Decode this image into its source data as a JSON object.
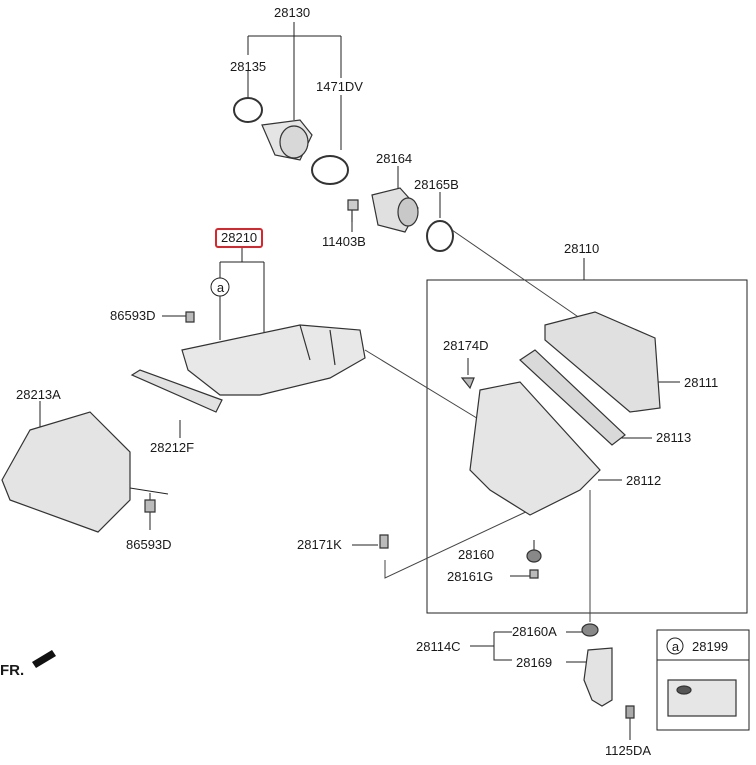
{
  "parts": {
    "p28130": "28130",
    "p28135": "28135",
    "p1471DV": "1471DV",
    "p28164": "28164",
    "p28165B": "28165B",
    "p11403B": "11403B",
    "p28210": "28210",
    "p86593D_top": "86593D",
    "p86593D_bottom": "86593D",
    "p28212F": "28212F",
    "p28213A": "28213A",
    "p28110": "28110",
    "p28174D": "28174D",
    "p28111": "28111",
    "p28113": "28113",
    "p28112": "28112",
    "p28171K": "28171K",
    "p28160": "28160",
    "p28161G": "28161G",
    "p28114C": "28114C",
    "p28160A": "28160A",
    "p28169": "28169",
    "p1125DA": "1125DA",
    "p28199": "28199"
  },
  "callout_letter": "a",
  "legend_letter": "a",
  "direction_label": "FR.",
  "highlight_color": "#d9262c"
}
